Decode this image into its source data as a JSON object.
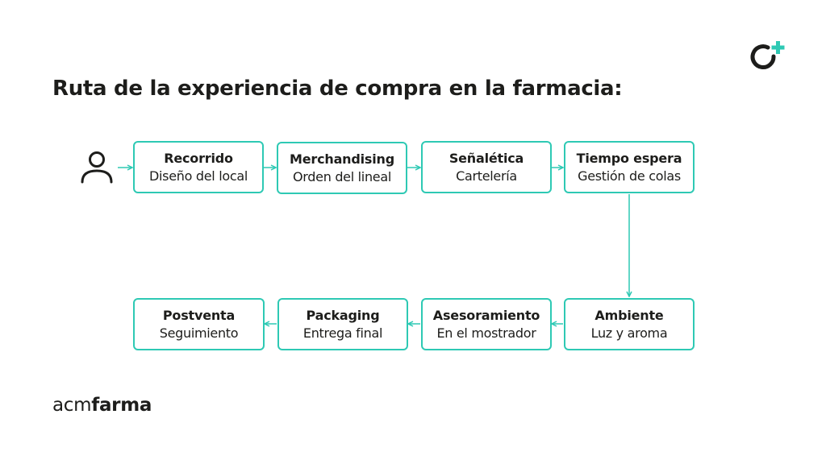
{
  "title": "Ruta de la experiencia de compra en la farmacia:",
  "brand": {
    "prefix": "acm",
    "suffix": "farma"
  },
  "icons": {
    "logo": "acm-plus-logo-icon",
    "user": "user-icon"
  },
  "colors": {
    "accent": "#2ec9b4",
    "text": "#1d1d1b",
    "background": "#ffffff"
  },
  "steps": [
    {
      "title": "Recorrido",
      "subtitle": "Diseño del local"
    },
    {
      "title": "Merchandising",
      "subtitle": "Orden del lineal"
    },
    {
      "title": "Señalética",
      "subtitle": "Cartelería"
    },
    {
      "title": "Tiempo espera",
      "subtitle": "Gestión de colas"
    },
    {
      "title": "Ambiente",
      "subtitle": "Luz y aroma"
    },
    {
      "title": "Asesoramiento",
      "subtitle": "En el mostrador"
    },
    {
      "title": "Packaging",
      "subtitle": "Entrega final"
    },
    {
      "title": "Postventa",
      "subtitle": "Seguimiento"
    }
  ]
}
